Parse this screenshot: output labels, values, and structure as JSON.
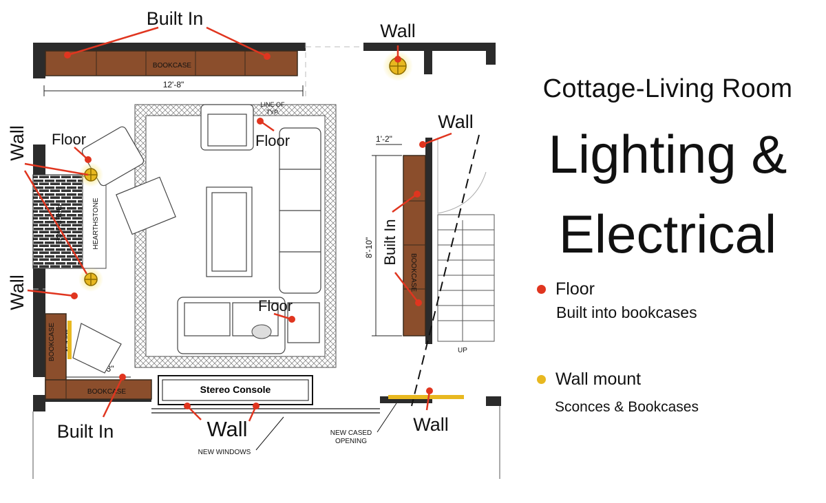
{
  "title": {
    "subtitle": "Cottage-Living Room",
    "line1": "Lighting &",
    "line2": "Electrical"
  },
  "legend": {
    "floor": {
      "label": "Floor",
      "sub": "Built into bookcases",
      "color": "#e0351f"
    },
    "wall": {
      "label": "Wall mount",
      "sub": "Sconces & Bookcases",
      "color": "#e8b820"
    }
  },
  "annotations": {
    "built_in_top": "Built In",
    "wall_top": "Wall",
    "wall_right_top": "Wall",
    "floor_chair_left": "Floor",
    "floor_chair_top": "Floor",
    "wall_left_upper": "Wall",
    "wall_left_lower": "Wall",
    "built_in_right": "Built In",
    "floor_side_table": "Floor",
    "built_in_bottom": "Built In",
    "wall_bottom": "Wall",
    "wall_bottom_right": "Wall"
  },
  "plan": {
    "bookcase_top": "BOOKCASE",
    "bookcase_right": "BOOKCASE",
    "bookcase_left": "BOOKCASE",
    "bookcase_bottom": "BOOKCASE",
    "dim_top": "12'-8\"",
    "dim_right_small": "1'-2\"",
    "dim_right_tall": "8'-10\"",
    "dim_left": "4'-1/2\"",
    "dim_bottom": "-3\"",
    "hearthstone": "HEARTHSTONE",
    "fireplace": "FIREPLACE",
    "stereo": "Stereo Console",
    "new_windows": "NEW WINDOWS",
    "new_cased_1": "NEW CASED",
    "new_cased_2": "OPENING",
    "up": "UP",
    "line_of": "LINE OF",
    "typ": "TYP."
  }
}
